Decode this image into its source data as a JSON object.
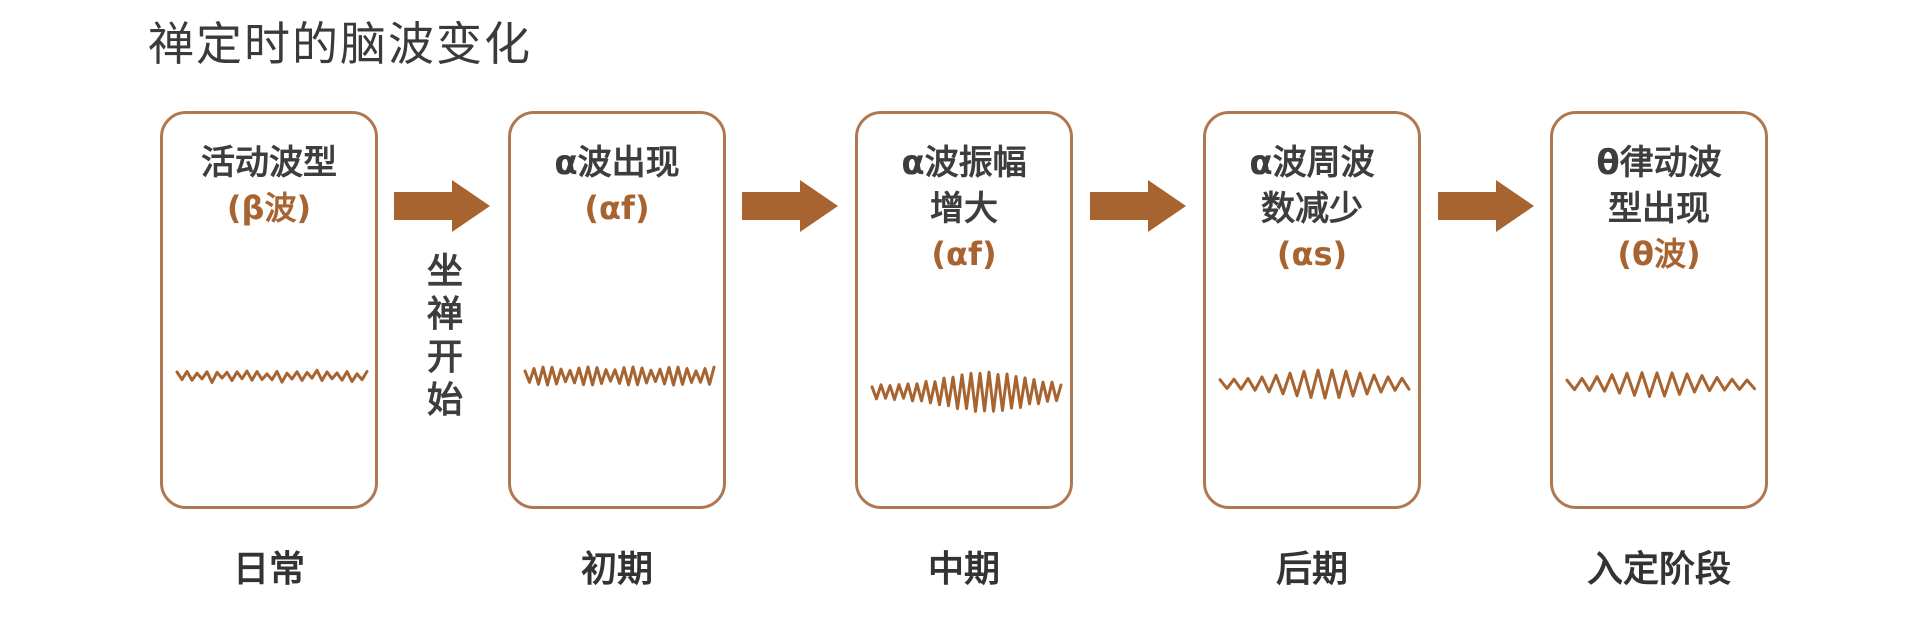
{
  "title": "禅定时的脑波变化",
  "colors": {
    "border": "#b07850",
    "wave": "#a86430",
    "accent_text": "#a86430",
    "arrow": "#a86430"
  },
  "transition_label": [
    "坐",
    "禅",
    "开",
    "始"
  ],
  "stages": [
    {
      "head_lines": [
        "活动波型"
      ],
      "wave_type": "(β波)",
      "period": "日常"
    },
    {
      "head_lines": [
        "α波出现"
      ],
      "wave_type": "(αf)",
      "period": "初期"
    },
    {
      "head_lines": [
        "α波振幅",
        "增大"
      ],
      "wave_type": "(αf)",
      "period": "中期"
    },
    {
      "head_lines": [
        "α波周波",
        "数减少"
      ],
      "wave_type": "(αs)",
      "period": "后期"
    },
    {
      "head_lines": [
        "θ律动波",
        "型出现"
      ],
      "wave_type": "(θ波)",
      "period": "入定阶段"
    }
  ]
}
